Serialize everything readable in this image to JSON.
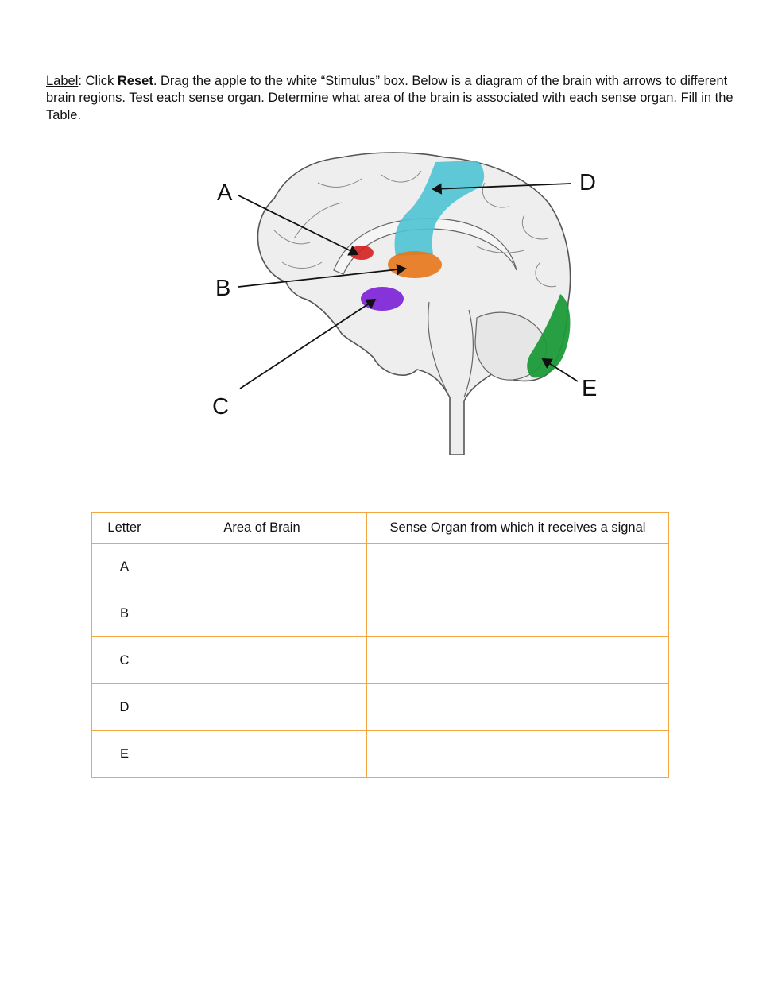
{
  "instructions": {
    "label": "Label",
    "sep": ": Click ",
    "reset": "Reset",
    "rest": ". Drag the apple to the white “Stimulus” box. Below is a diagram of the brain with arrows to different brain regions. Test each sense organ. Determine what area of the brain is associated with each sense organ. Fill in the Table."
  },
  "diagram": {
    "labels": {
      "A": "A",
      "B": "B",
      "C": "C",
      "D": "D",
      "E": "E"
    },
    "colors": {
      "A": "#d61f1f",
      "B": "#e8761a",
      "C": "#7a1ed6",
      "D": "#4fc3d4",
      "E": "#1e9a3a"
    }
  },
  "table": {
    "headers": [
      "Letter",
      "Area of Brain",
      "Sense Organ from which it receives a signal"
    ],
    "rows": [
      {
        "letter": "A",
        "area": "",
        "organ": ""
      },
      {
        "letter": "B",
        "area": "",
        "organ": ""
      },
      {
        "letter": "C",
        "area": "",
        "organ": ""
      },
      {
        "letter": "D",
        "area": "",
        "organ": ""
      },
      {
        "letter": "E",
        "area": "",
        "organ": ""
      }
    ]
  },
  "colors": {
    "table_border": "#f4a640"
  }
}
